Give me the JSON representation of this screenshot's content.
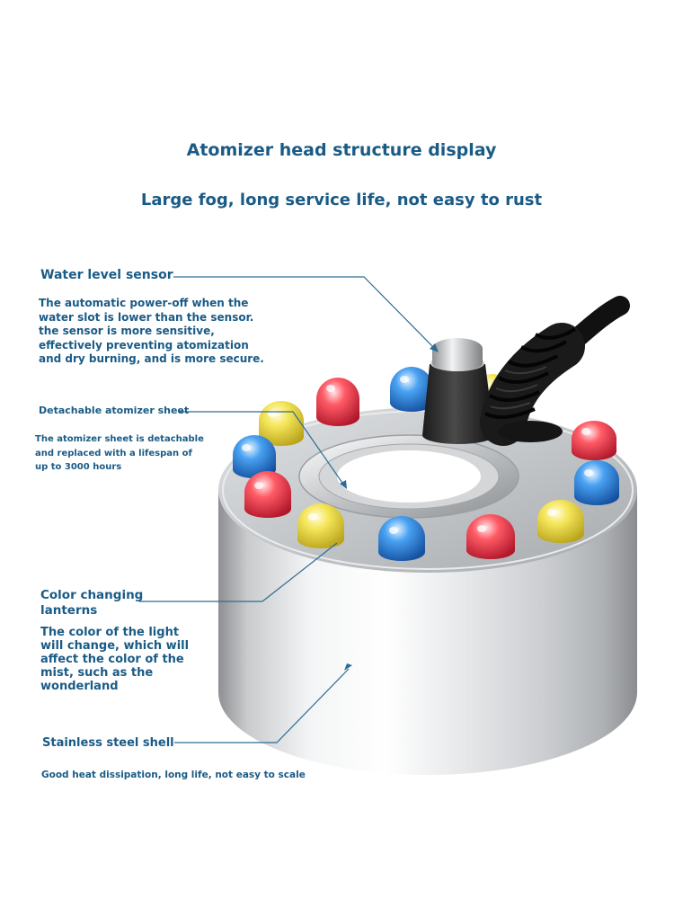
{
  "header": {
    "title": "Atomizer head structure display",
    "subtitle": "Large fog, long service life, not easy to rust"
  },
  "callouts": [
    {
      "label": "Water level sensor",
      "description": "The automatic power-off when the water slot is lower than the sensor. the sensor is more sensitive, effectively preventing atomization and dry burning, and is more secure."
    },
    {
      "label": "Detachable atomizer sheet",
      "description": "The atomizer sheet is detachable and replaced with a lifespan of up to 3000 hours"
    },
    {
      "label": "Color changing lanterns",
      "description": "The color of the light will change, which will affect the color of the mist, such as the wonderland"
    },
    {
      "label": "Stainless steel shell",
      "description": "Good heat dissipation, long life, not easy to scale"
    }
  ],
  "colors": {
    "text": "#1a5b86",
    "callout_line": "#2c6c94",
    "led_red": "#e0303c",
    "led_yellow": "#e8d43a",
    "led_blue": "#2f7fd8"
  }
}
